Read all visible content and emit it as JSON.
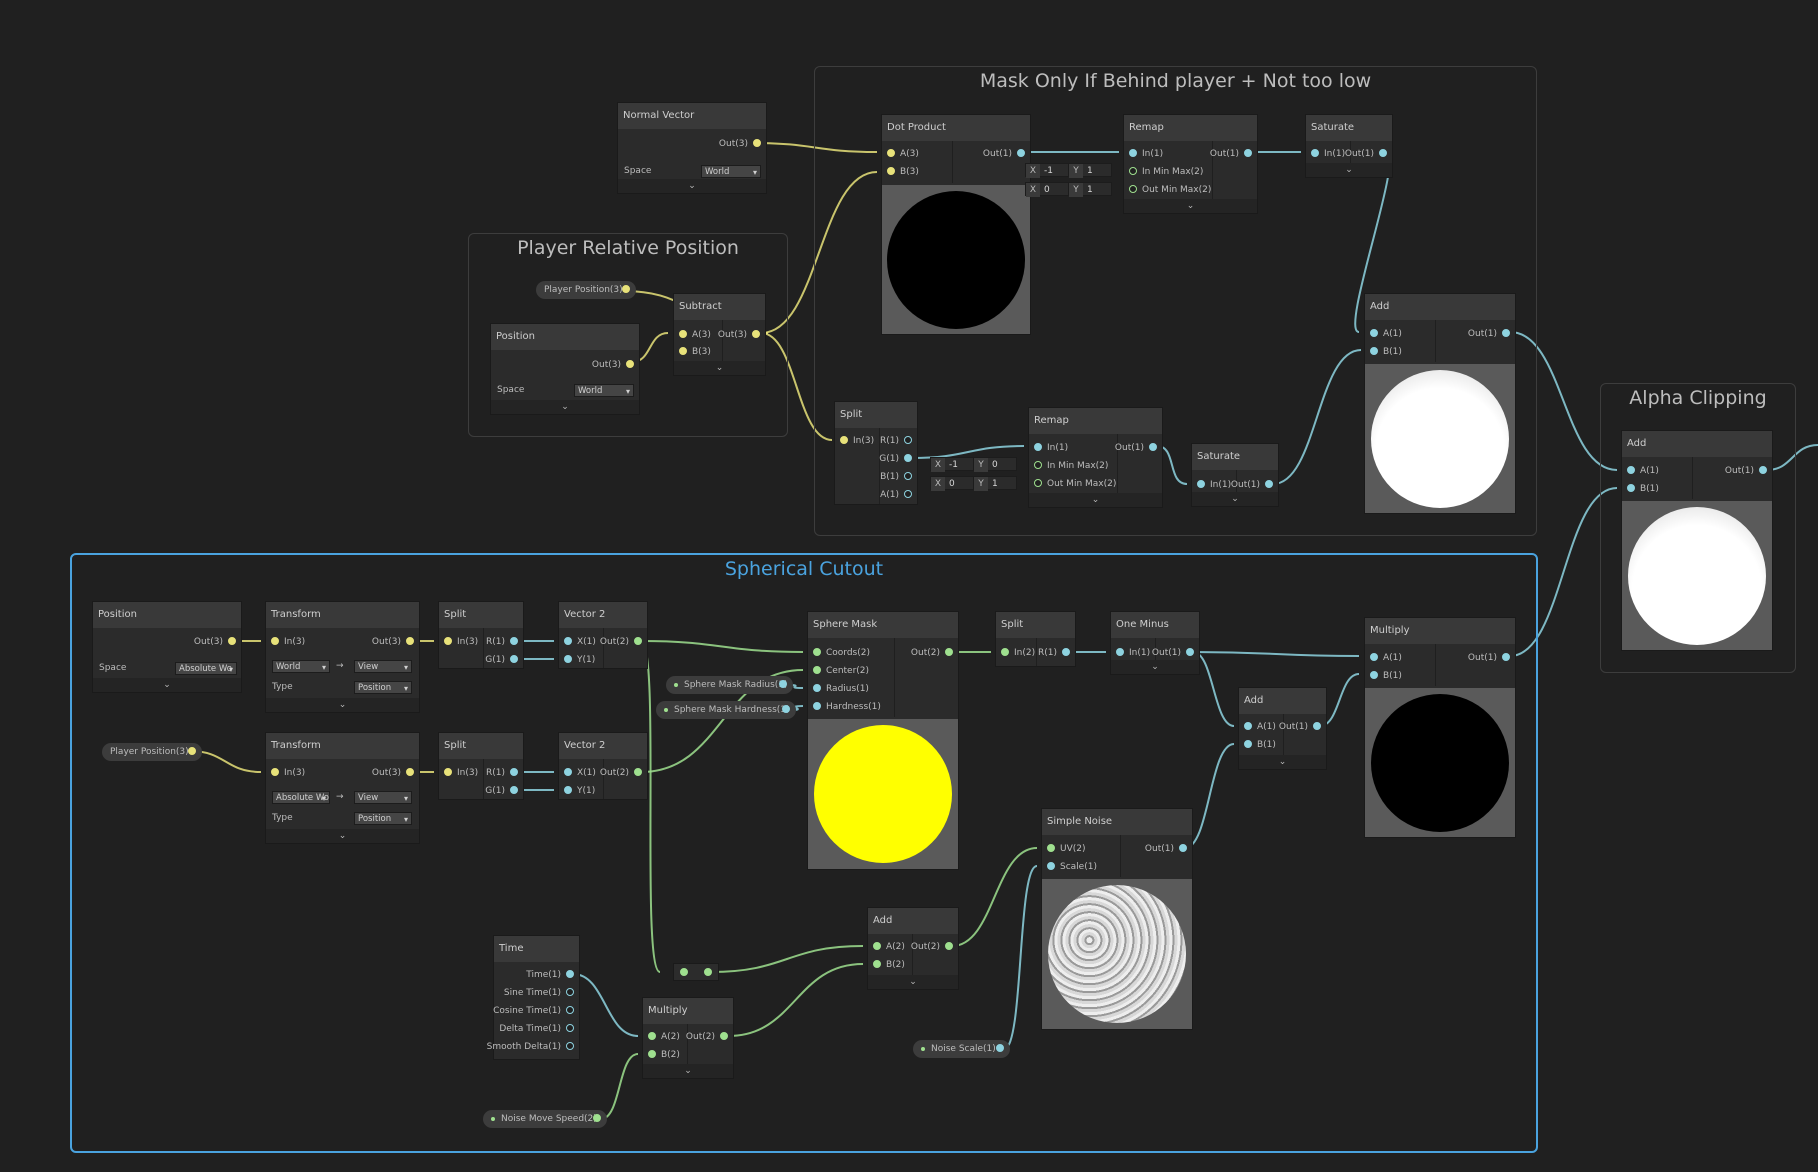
{
  "groups": {
    "mask": "Mask Only If Behind player + Not too low",
    "player_rel": "Player Relative Position",
    "alpha": "Alpha Clipping",
    "spherical": "Spherical Cutout"
  },
  "nodes": {
    "normal_vector": {
      "title": "Normal Vector",
      "out": "Out(3)",
      "space_label": "Space",
      "space": "World"
    },
    "position_a": {
      "title": "Position",
      "out": "Out(3)",
      "space_label": "Space",
      "space": "World"
    },
    "subtract": {
      "title": "Subtract",
      "a": "A(3)",
      "b": "B(3)",
      "out": "Out(3)"
    },
    "dot": {
      "title": "Dot Product",
      "a": "A(3)",
      "b": "B(3)",
      "out": "Out(1)"
    },
    "remap1": {
      "title": "Remap",
      "in": "In(1)",
      "inmm": "In Min Max(2)",
      "outmm": "Out Min Max(2)",
      "out": "Out(1)",
      "x1": "-1",
      "y1": "1",
      "x2": "0",
      "y2": "1"
    },
    "sat1": {
      "title": "Saturate",
      "in": "In(1)",
      "out": "Out(1)"
    },
    "split1": {
      "title": "Split",
      "in": "In(3)",
      "r": "R(1)",
      "g": "G(1)",
      "b": "B(1)",
      "a": "A(1)"
    },
    "remap2": {
      "title": "Remap",
      "in": "In(1)",
      "inmm": "In Min Max(2)",
      "outmm": "Out Min Max(2)",
      "out": "Out(1)",
      "x1": "-1",
      "y1": "0",
      "x2": "0",
      "y2": "1"
    },
    "sat2": {
      "title": "Saturate",
      "in": "In(1)",
      "out": "Out(1)"
    },
    "add1": {
      "title": "Add",
      "a": "A(1)",
      "b": "B(1)",
      "out": "Out(1)"
    },
    "add_alpha": {
      "title": "Add",
      "a": "A(1)",
      "b": "B(1)",
      "out": "Out(1)"
    },
    "position_b": {
      "title": "Position",
      "out": "Out(3)",
      "space_label": "Space",
      "space": "Absolute Wo"
    },
    "transform1": {
      "title": "Transform",
      "in": "In(3)",
      "out": "Out(3)",
      "from": "World",
      "to": "View",
      "type_label": "Type",
      "type": "Position"
    },
    "split2": {
      "title": "Split",
      "in": "In(3)",
      "r": "R(1)",
      "g": "G(1)"
    },
    "vec2a": {
      "title": "Vector 2",
      "x": "X(1)",
      "y": "Y(1)",
      "out": "Out(2)"
    },
    "transform2": {
      "title": "Transform",
      "in": "In(3)",
      "out": "Out(3)",
      "from": "Absolute Wo",
      "to": "View",
      "type_label": "Type",
      "type": "Position"
    },
    "split3": {
      "title": "Split",
      "in": "In(3)",
      "r": "R(1)",
      "g": "G(1)"
    },
    "vec2b": {
      "title": "Vector 2",
      "x": "X(1)",
      "y": "Y(1)",
      "out": "Out(2)"
    },
    "sphere": {
      "title": "Sphere Mask",
      "coords": "Coords(2)",
      "center": "Center(2)",
      "radius": "Radius(1)",
      "hardness": "Hardness(1)",
      "out": "Out(2)"
    },
    "split4": {
      "title": "Split",
      "in": "In(2)",
      "r": "R(1)"
    },
    "oneminus": {
      "title": "One Minus",
      "in": "In(1)",
      "out": "Out(1)"
    },
    "add2": {
      "title": "Add",
      "a": "A(1)",
      "b": "B(1)",
      "out": "Out(1)"
    },
    "multiply1": {
      "title": "Multiply",
      "a": "A(1)",
      "b": "B(1)",
      "out": "Out(1)"
    },
    "noise": {
      "title": "Simple Noise",
      "uv": "UV(2)",
      "scale": "Scale(1)",
      "out": "Out(1)"
    },
    "add3": {
      "title": "Add",
      "a": "A(2)",
      "b": "B(2)",
      "out": "Out(2)"
    },
    "time": {
      "title": "Time",
      "t": "Time(1)",
      "sin": "Sine Time(1)",
      "cos": "Cosine Time(1)",
      "dt": "Delta Time(1)",
      "sd": "Smooth Delta(1)"
    },
    "multiply2": {
      "title": "Multiply",
      "a": "A(2)",
      "b": "B(2)",
      "out": "Out(2)"
    }
  },
  "properties": {
    "player_pos_1": "Player Position(3)",
    "player_pos_2": "Player Position(3)",
    "radius": "Sphere Mask Radius(1)",
    "hardness": "Sphere Mask Hardness(1)",
    "noise_speed": "Noise Move Speed(2)",
    "noise_scale": "Noise Scale(1)"
  },
  "colors": {
    "float": "#8ed3e0",
    "vector2": "#9fe08f",
    "vector3": "#e8e27a",
    "selection": "#4aa3df",
    "background": "#202020"
  },
  "icons": {
    "arrow": "→",
    "chevron": "⌄"
  }
}
